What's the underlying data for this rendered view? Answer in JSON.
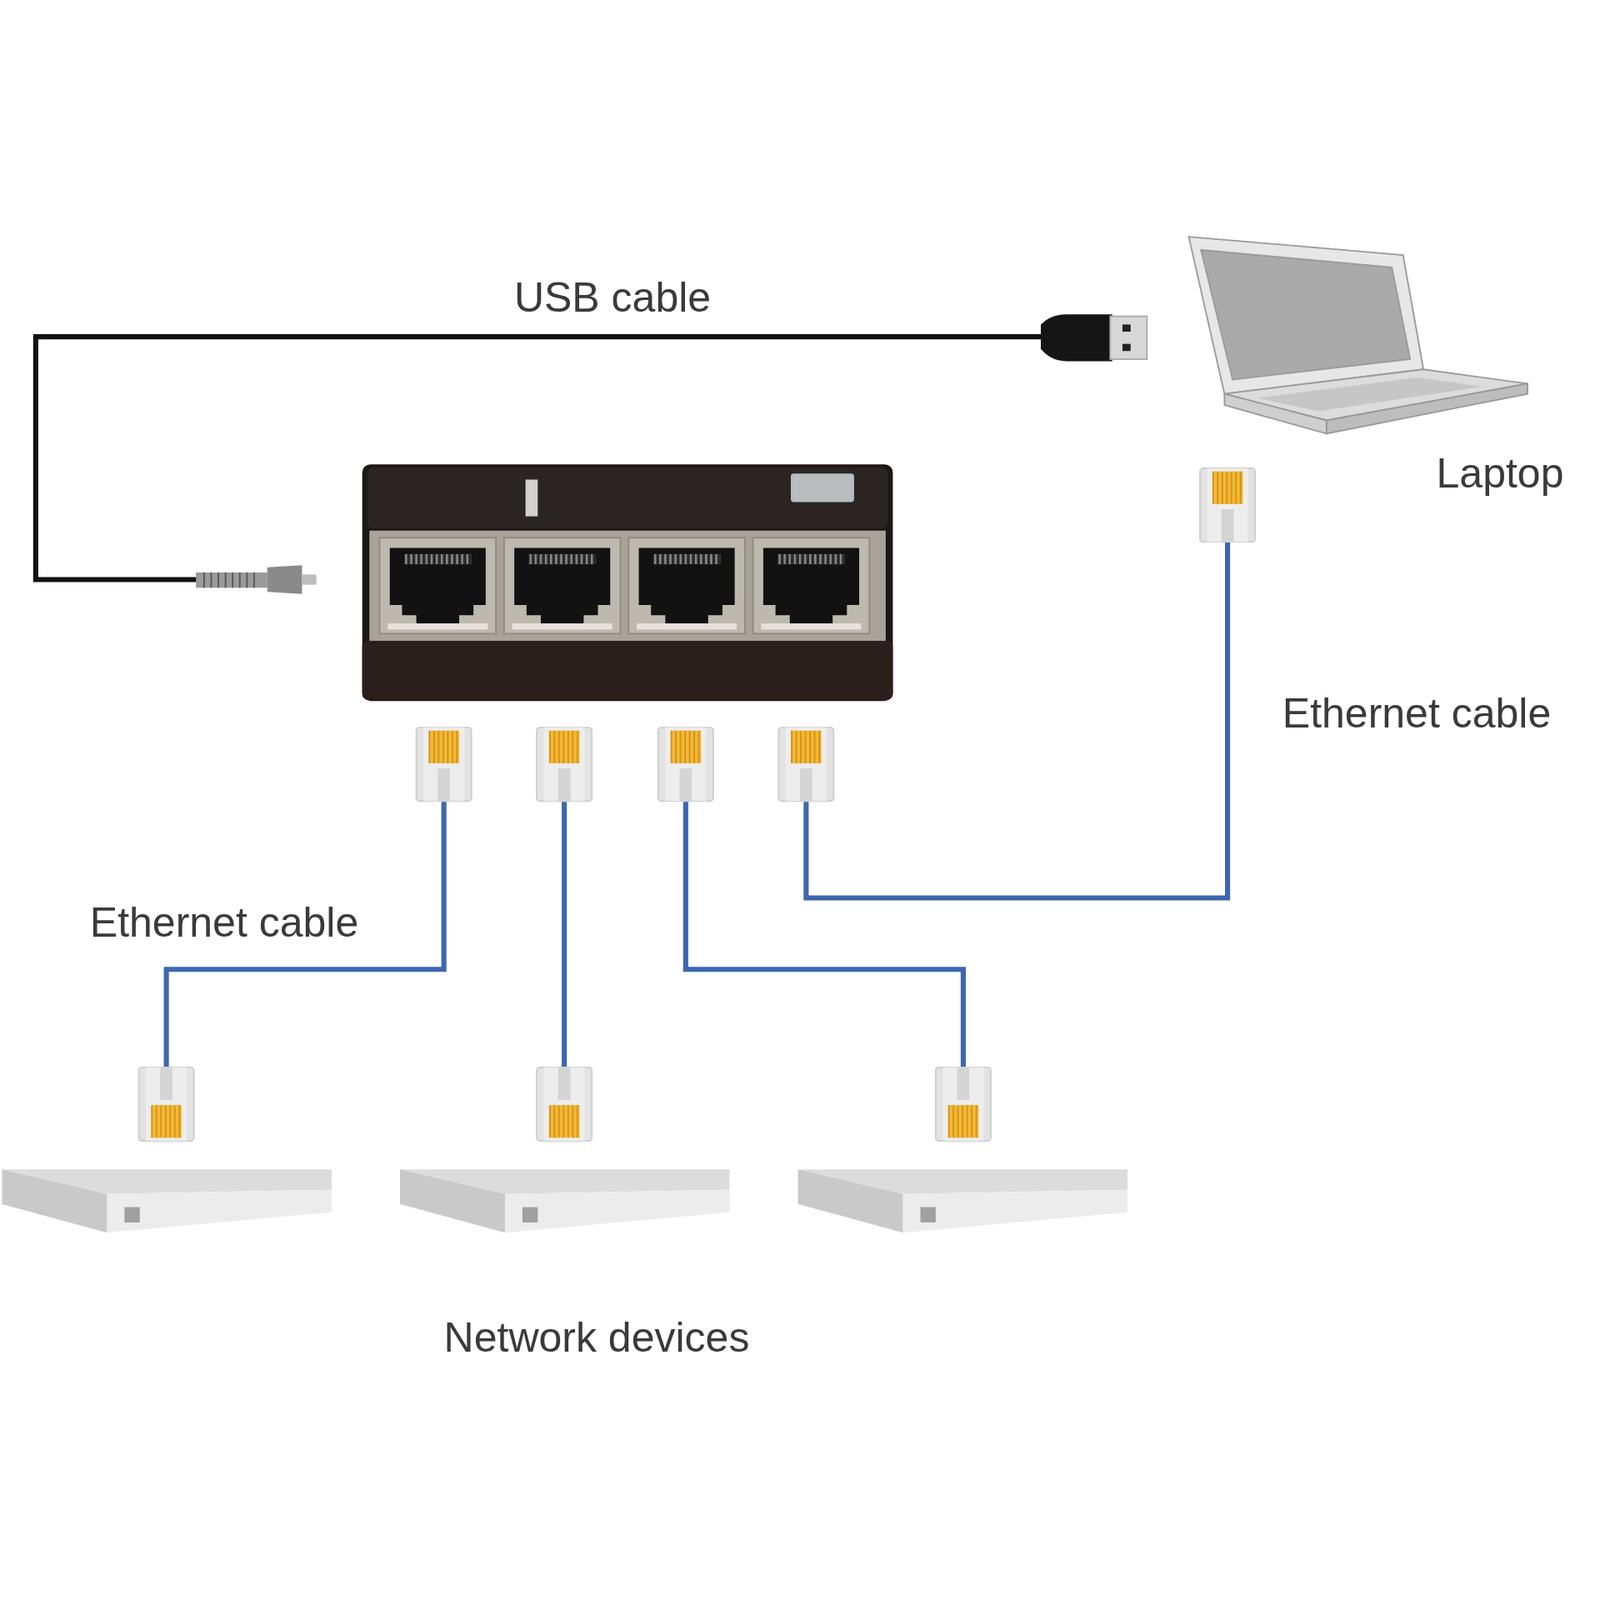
{
  "diagram": {
    "labels": [
      "USB cable",
      "Laptop",
      "Ethernet cable",
      "Ethernet cable",
      "Network devices"
    ]
  }
}
